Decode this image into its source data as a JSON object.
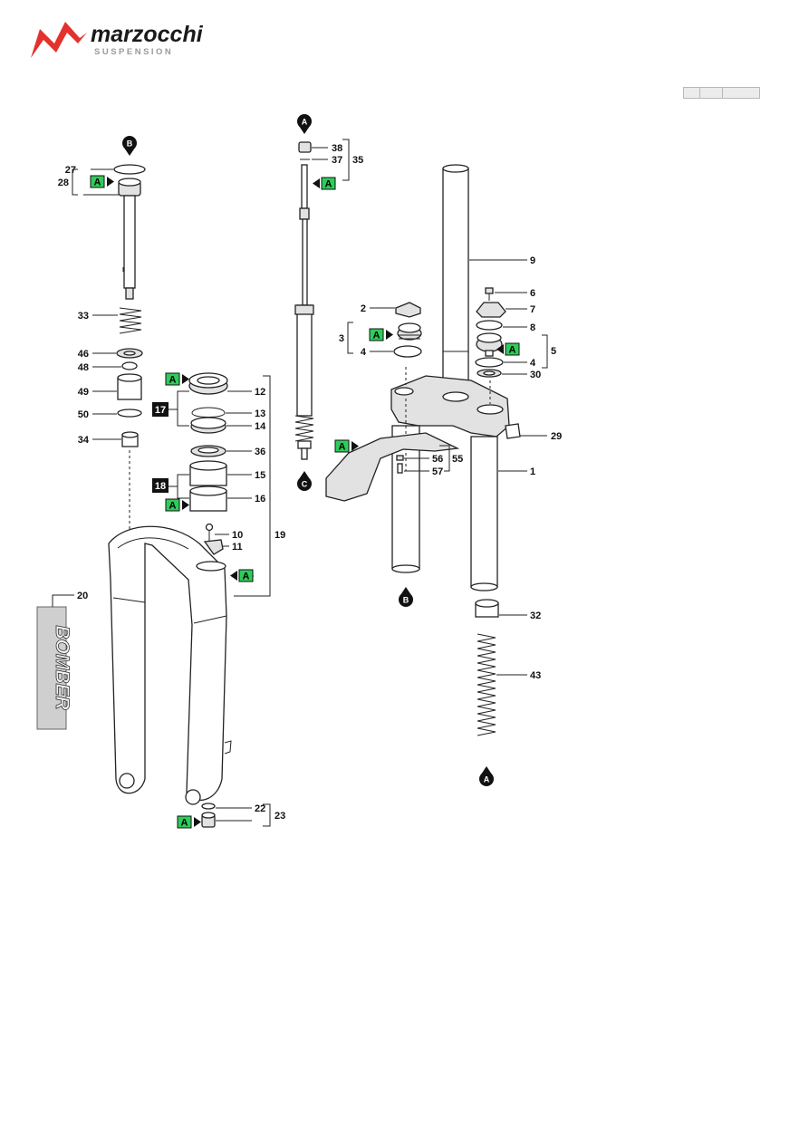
{
  "brand": {
    "name": "marzocchi",
    "tagline": "SUSPENSION",
    "mark_color": "#e3312d",
    "text_color": "#1a1a1a",
    "tagline_color": "#9a9a9a"
  },
  "colors": {
    "assembly_marker": "#2ecc5a",
    "kit_marker": "#111111"
  },
  "header_table": {
    "cells": [
      "",
      "",
      ""
    ]
  },
  "decal": {
    "text": "BOMBER"
  },
  "markers": {
    "grease": "A",
    "kit_17": "17",
    "kit_18": "18"
  },
  "connectors": {
    "a": "A",
    "b": "B",
    "c": "C"
  },
  "part_labels": {
    "p1": "1",
    "p2": "2",
    "p3": "3",
    "p4a": "4",
    "p4b": "4",
    "p5": "5",
    "p6": "6",
    "p7": "7",
    "p8": "8",
    "p9": "9",
    "p10": "10",
    "p11": "11",
    "p12": "12",
    "p13": "13",
    "p14": "14",
    "p15": "15",
    "p16": "16",
    "p19": "19",
    "p20": "20",
    "p22": "22",
    "p23": "23",
    "p27": "27",
    "p28": "28",
    "p29": "29",
    "p30": "30",
    "p32": "32",
    "p33": "33",
    "p34": "34",
    "p35": "35",
    "p36": "36",
    "p37": "37",
    "p38": "38",
    "p43": "43",
    "p46": "46",
    "p48": "48",
    "p49": "49",
    "p50": "50",
    "p55": "55",
    "p56": "56",
    "p57": "57"
  }
}
